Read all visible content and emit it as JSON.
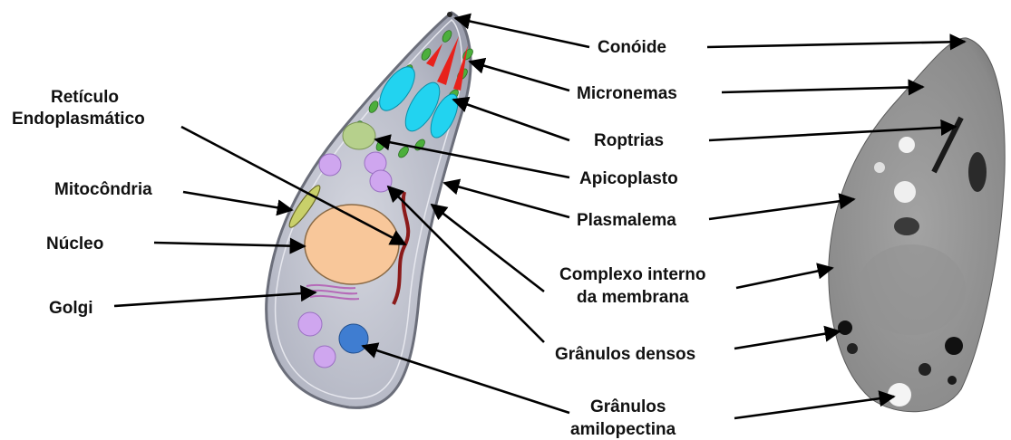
{
  "labels_left": {
    "reticulo_line1": "Retículo",
    "reticulo_line2": "Endoplasmático",
    "mitocondria": "Mitocôndria",
    "nucleo": "Núcleo",
    "golgi": "Golgi"
  },
  "labels_right": {
    "conoide": "Conóide",
    "micronemas": "Micronemas",
    "roptrias": "Roptrias",
    "apicoplasto": "Apicoplasto",
    "plasmalema": "Plasmalema",
    "complexo_line1": "Complexo interno",
    "complexo_line2": "da membrana",
    "granulos_densos": "Grânulos densos",
    "granulos_amilo_line1": "Grânulos",
    "granulos_amilo_line2": "amilopectina"
  },
  "colors": {
    "cell_body": "#b9bcc8",
    "nucleus": "#f8c79a",
    "rhoptry": "#22d3f0",
    "rhoptry_neck": "#e8221c",
    "microneme": "#4caf3c",
    "apicoplast": "#b6d08c",
    "dense_granule": "#cfa6ef",
    "amylopectin": "#3f7dd1",
    "er": "#8b1a1a",
    "micrograph": "#8e8e8e"
  }
}
